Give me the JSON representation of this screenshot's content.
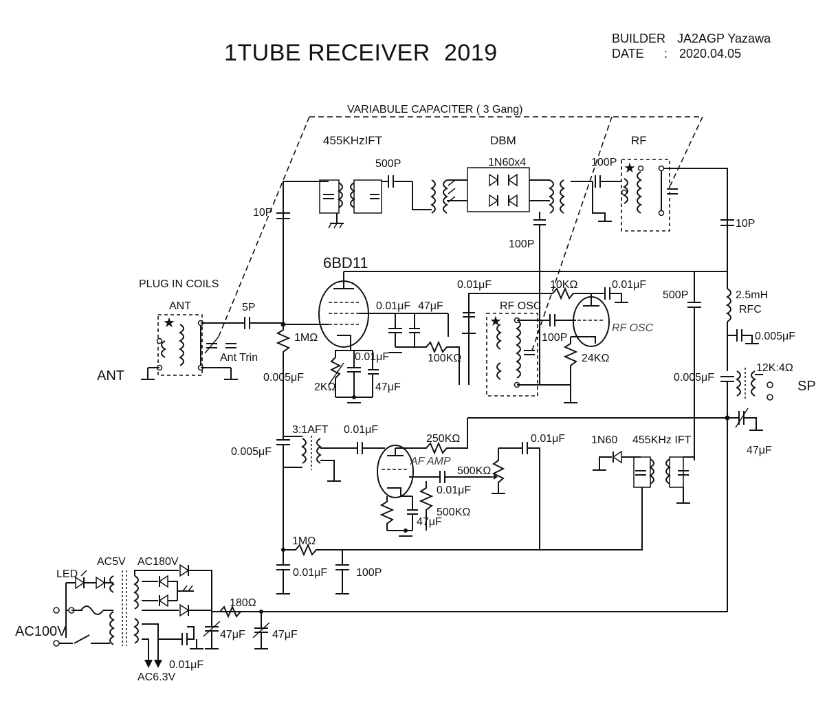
{
  "title": {
    "main": "1TUBE RECEIVER",
    "year": "2019"
  },
  "meta": {
    "builder_label": "BUILDER",
    "builder_sep": ":",
    "builder_value": "JA2AGP Yazawa",
    "date_label": "DATE",
    "date_sep": ":",
    "date_value": "2020.04.05"
  },
  "sections": {
    "variable_cap": "VARIABULE CAPACITER ( 3 Gang)",
    "ift_455": "455KHzIFT",
    "dbm": "DBM",
    "rf": "RF",
    "plug_in": "PLUG IN COILS",
    "ant_coil": "ANT",
    "rf_osc_box": "RF OSC",
    "ift_455b": "455KHz IFT",
    "aft": "3:1AFT",
    "ac5v": "AC5V",
    "ac180v": "AC180V"
  },
  "tubes": {
    "main": "6BD11",
    "osc": "RF OSC",
    "af": "AF AMP"
  },
  "io": {
    "antenna": "ANT",
    "speaker": "SP",
    "mains": "AC100V",
    "heater": "AC6.3V",
    "led": "LED"
  },
  "labels": {
    "c_500p_top": "500P",
    "diodes_dbm": "1N60x4",
    "c_100p_rf": "100P",
    "c_10p_left": "10P",
    "c_100p_dbm": "100P",
    "c_10p_right": "10P",
    "c_5p": "5P",
    "ant_trim": "Ant Trin",
    "r_1m": "1MΩ",
    "c_0005_grid": "0.005μF",
    "c_001_k1": "0.01μF",
    "c_47_k1": "47μF",
    "r_100k": "100KΩ",
    "c_001_k2": "0.01μF",
    "c_47_k2": "47μF",
    "r_2k": "2KΩ",
    "c_001_osc_in": "0.01μF",
    "r_10k": "10KΩ",
    "c_001_osc_out": "0.01μF",
    "c_100p_osc": "100P",
    "r_24k": "24KΩ",
    "c_500p_right": "500P",
    "rfc_value": "2.5mH",
    "rfc_name": "RFC",
    "c_0005_out": "0.005μF",
    "out_xfmr": "12K:4Ω",
    "c_0005_plate": "0.005μF",
    "c_47_out": "47μF",
    "c_0005_aft": "0.005μF",
    "c_001_aft": "0.01μF",
    "r_250k": "250KΩ",
    "c_001_vol": "0.01μF",
    "diode_det": "1N60",
    "r_500k_pot": "500KΩ",
    "c_001_af": "0.01μF",
    "r_500k": "500KΩ",
    "c_47_af": "47μF",
    "r_1m_dec": "1MΩ",
    "c_001_dec": "0.01μF",
    "c_100p_dec": "100P",
    "r_180": "180Ω",
    "c_47_ps1": "47μF",
    "c_47_ps2": "47μF",
    "c_001_ps": "0.01μF"
  }
}
